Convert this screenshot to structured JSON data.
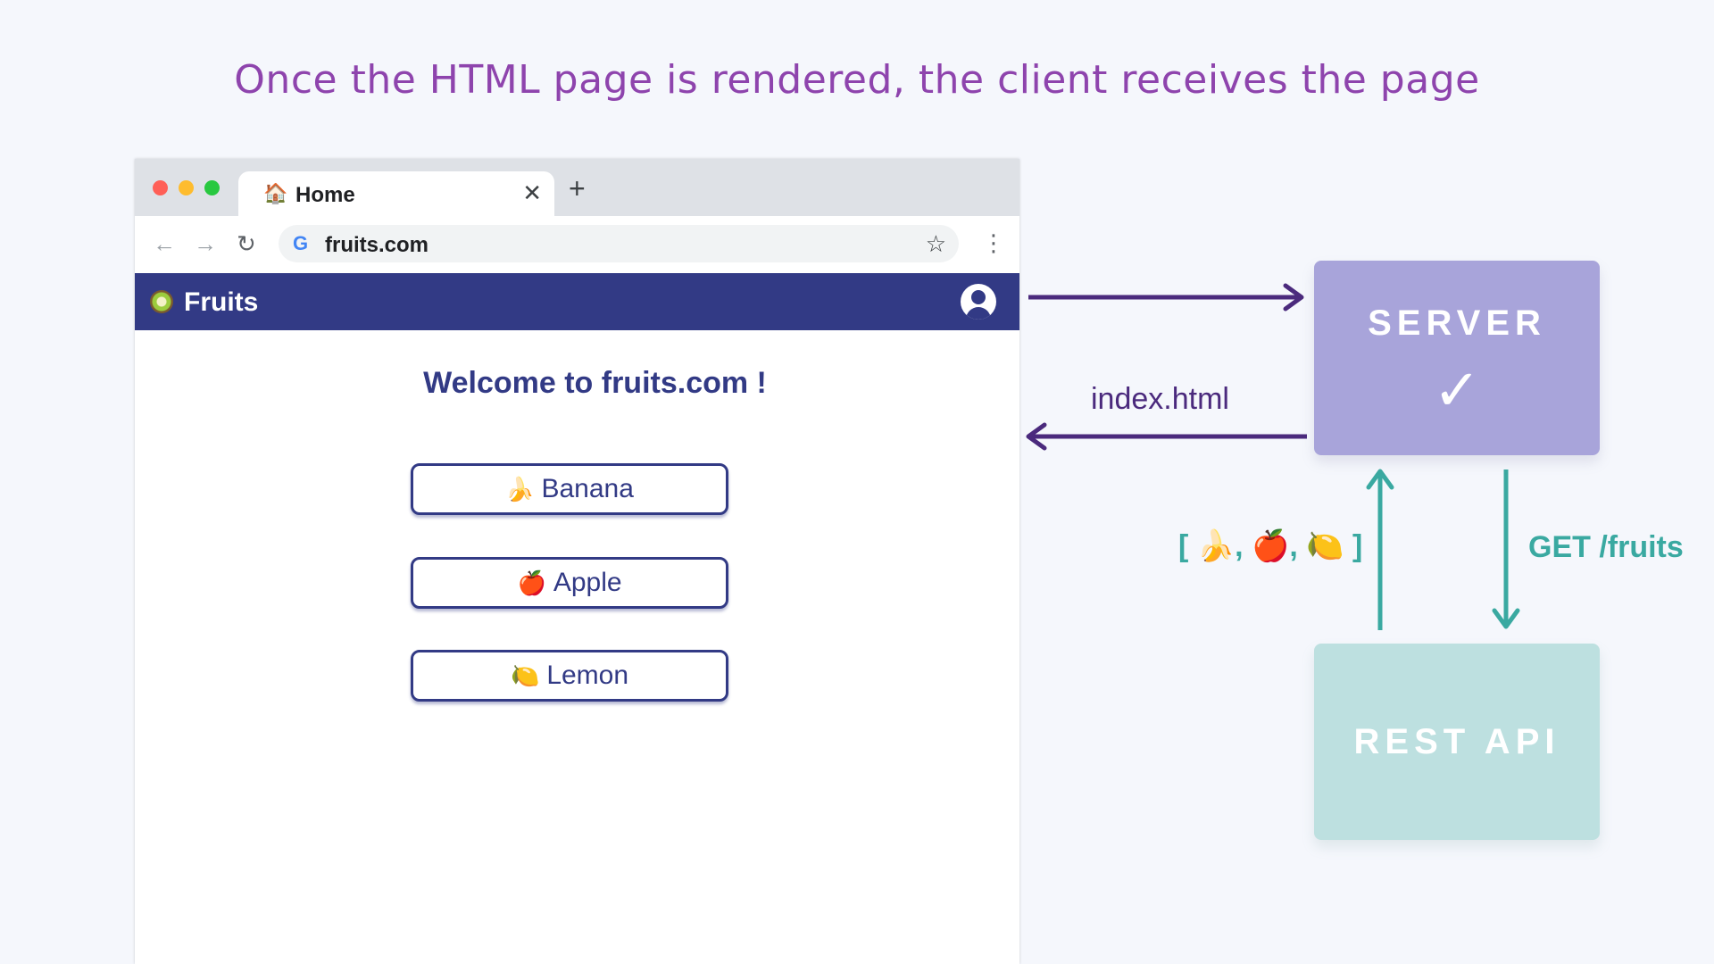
{
  "slide": {
    "title": "Once the HTML page is rendered, the client receives the page"
  },
  "browser": {
    "tab": {
      "icon": "🏠",
      "label": "Home",
      "close_icon": "✕"
    },
    "new_tab_icon": "+",
    "toolbar": {
      "back_icon": "←",
      "forward_icon": "→",
      "reload_icon": "↻",
      "google_icon": "G",
      "url": "fruits.com",
      "star_icon": "☆",
      "menu_icon": "⋮"
    }
  },
  "app": {
    "title": "Fruits",
    "welcome": "Welcome to fruits.com !",
    "buttons": [
      {
        "emoji": "🍌",
        "label": "Banana"
      },
      {
        "emoji": "🍎",
        "label": "Apple"
      },
      {
        "emoji": "🍋",
        "label": "Lemon"
      }
    ]
  },
  "diagram": {
    "server": {
      "label": "SERVER",
      "check": "✓"
    },
    "rest_api": {
      "label": "REST API"
    },
    "response_label": "index.html",
    "request_label": "GET /fruits",
    "data_label": "[ 🍌, 🍎, 🍋 ]",
    "colors": {
      "purple_arrow": "#4b2a7d",
      "teal_arrow": "#3aa9a1",
      "server_fill": "#a8a4da",
      "rest_fill": "#bde0e0",
      "header": "#323a85",
      "title": "#8e44ad"
    }
  }
}
